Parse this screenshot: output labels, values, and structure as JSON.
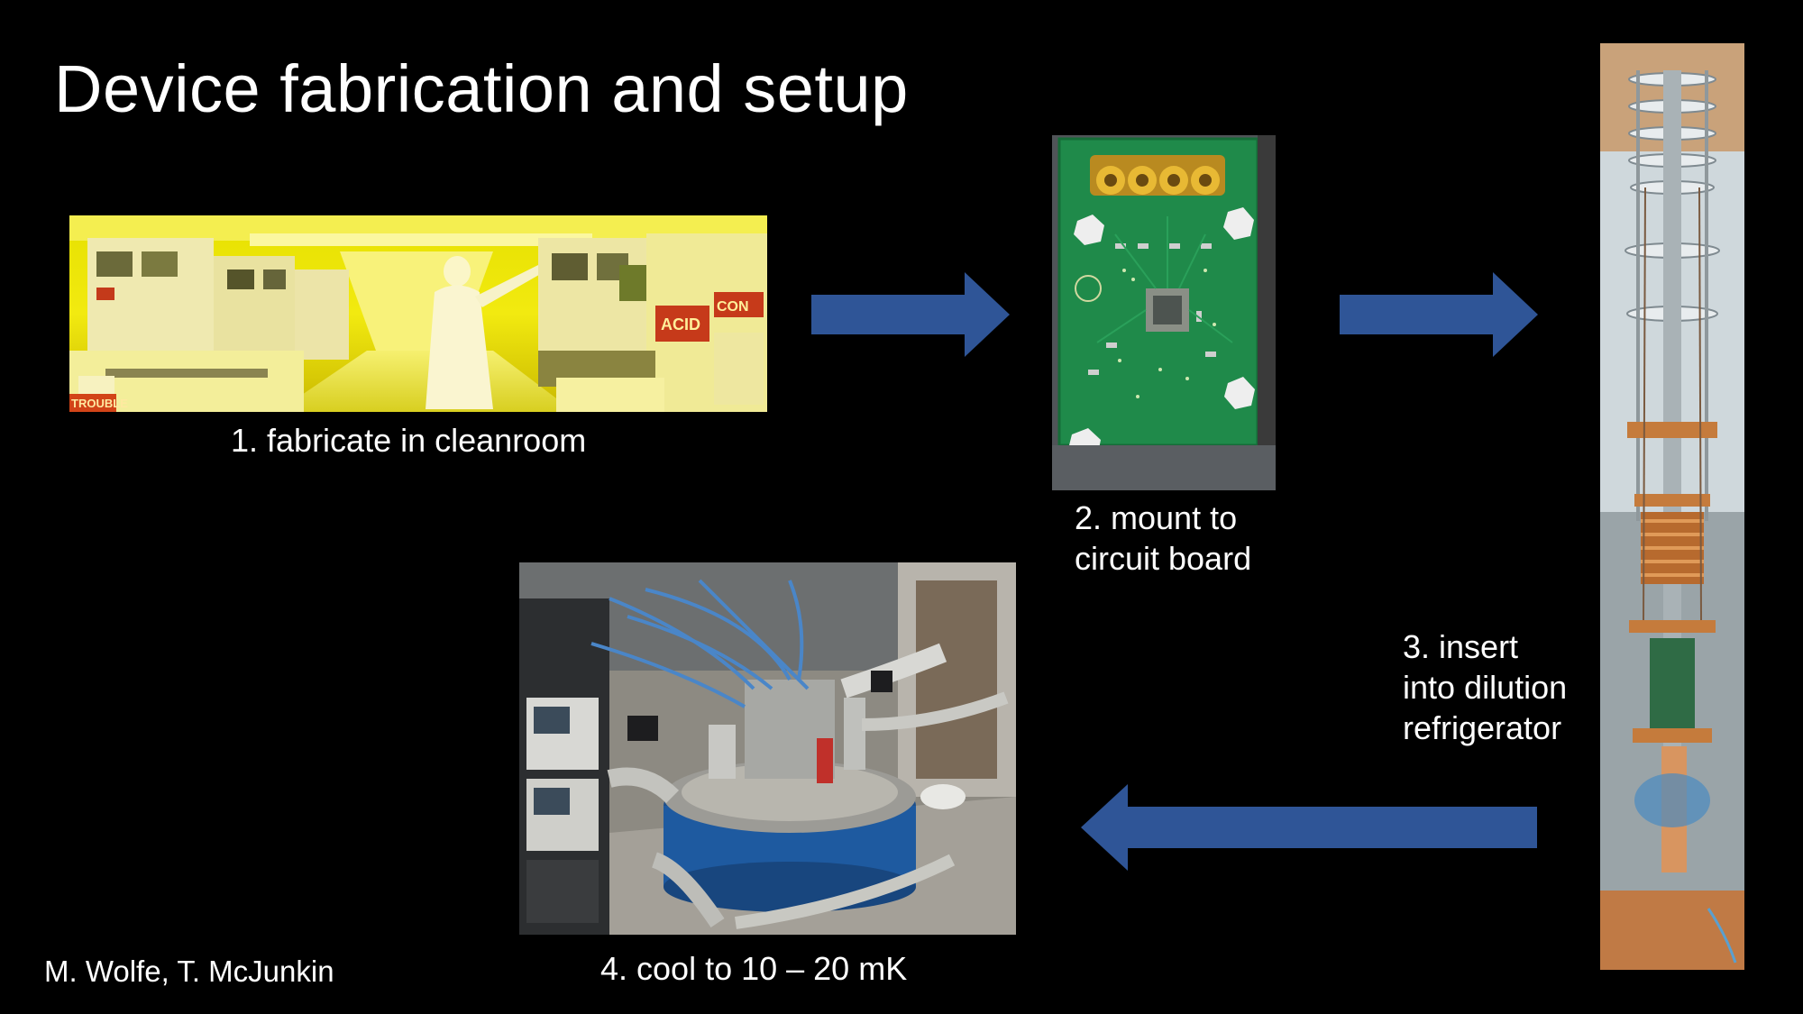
{
  "slide": {
    "title": "Device fabrication and setup",
    "credit": "M. Wolfe, T. McJunkin"
  },
  "steps": [
    {
      "caption": "1. fabricate in cleanroom",
      "image": "cleanroom-photo"
    },
    {
      "caption": "2. mount to\ncircuit board",
      "image": "circuit-board-photo"
    },
    {
      "caption": "3. insert\ninto dilution\nrefrigerator",
      "image": "dilution-refrigerator-photo"
    },
    {
      "caption": "4. cool to 10 – 20 mK",
      "image": "cryostat-setup-photo"
    }
  ],
  "photo_text": {
    "acid_sign": "ACID",
    "control_sign": "CON",
    "trouble_sign": "TROUBLE"
  },
  "colors": {
    "background": "#000000",
    "text": "#ffffff",
    "arrow": "#2f5597"
  }
}
